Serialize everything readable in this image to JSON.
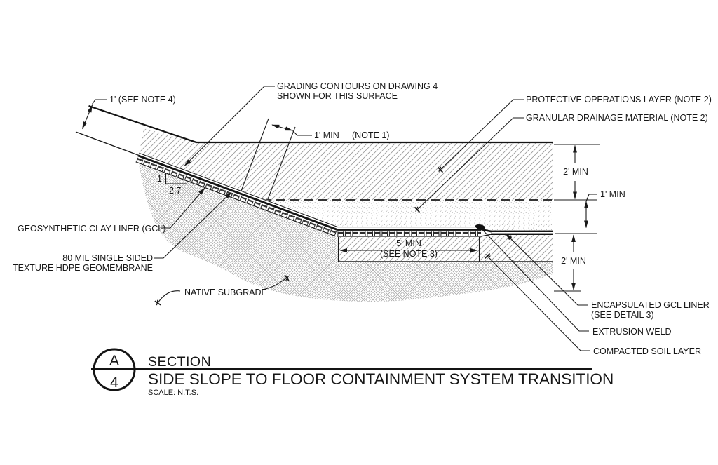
{
  "drawing": {
    "callouts": {
      "offset_note": "1' (SEE NOTE 4)",
      "grading_line1": "GRADING CONTOURS ON DRAWING 4",
      "grading_line2": "SHOWN FOR THIS SURFACE",
      "min1_label": "1' MIN",
      "min1_note": "(NOTE 1)",
      "protective": "PROTECTIVE OPERATIONS LAYER (NOTE 2)",
      "granular": "GRANULAR DRAINAGE MATERIAL (NOTE 2)",
      "gcl": "GEOSYNTHETIC CLAY LINER (GCL)",
      "membrane_line1": "80 MIL SINGLE SIDED",
      "membrane_line2": "TEXTURE HDPE GEOMEMBRANE",
      "native_subgrade": "NATIVE SUBGRADE",
      "encapsulated_line1": "ENCAPSULATED GCL LINER",
      "encapsulated_line2": "(SEE DETAIL 3)",
      "extrusion_weld": "EXTRUSION WELD",
      "compacted_soil": "COMPACTED SOIL LAYER"
    },
    "dimensions": {
      "top_right": "2' MIN",
      "mid_right": "1' MIN",
      "bottom_right": "2' MIN",
      "bench_width": "5' MIN",
      "bench_note": "(SEE NOTE 3)",
      "slope_rise": "1",
      "slope_run": "2.7"
    },
    "title_block": {
      "detail_letter": "A",
      "sheet_number": "4",
      "section_label": "SECTION",
      "title": "SIDE SLOPE TO FLOOR CONTAINMENT SYSTEM TRANSITION",
      "scale": "SCALE: N.T.S."
    },
    "colors": {
      "line": "#1a1a1a",
      "hatch_gray": "#999999",
      "background": "#ffffff"
    }
  }
}
